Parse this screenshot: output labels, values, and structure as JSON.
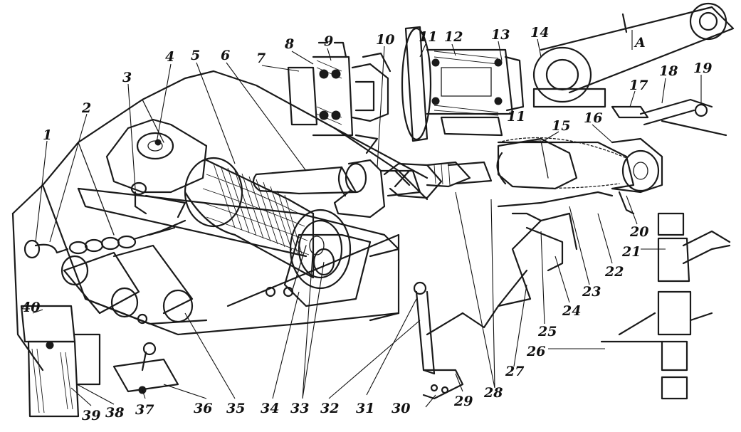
{
  "labels": [
    {
      "id": "1",
      "text": "1"
    },
    {
      "id": "2",
      "text": "2"
    },
    {
      "id": "3",
      "text": "3"
    },
    {
      "id": "4",
      "text": "4"
    },
    {
      "id": "5",
      "text": "5"
    },
    {
      "id": "6",
      "text": "6"
    },
    {
      "id": "7",
      "text": "7"
    },
    {
      "id": "8",
      "text": "8"
    },
    {
      "id": "9",
      "text": "9"
    },
    {
      "id": "10",
      "text": "10"
    },
    {
      "id": "11a",
      "text": "11"
    },
    {
      "id": "12",
      "text": "12"
    },
    {
      "id": "13",
      "text": "13"
    },
    {
      "id": "14",
      "text": "14"
    },
    {
      "id": "11b",
      "text": "11"
    },
    {
      "id": "15",
      "text": "15"
    },
    {
      "id": "16",
      "text": "16"
    },
    {
      "id": "17",
      "text": "17"
    },
    {
      "id": "18",
      "text": "18"
    },
    {
      "id": "19",
      "text": "19"
    },
    {
      "id": "20",
      "text": "20"
    },
    {
      "id": "21",
      "text": "21"
    },
    {
      "id": "22",
      "text": "22"
    },
    {
      "id": "23",
      "text": "23"
    },
    {
      "id": "24",
      "text": "24"
    },
    {
      "id": "25",
      "text": "25"
    },
    {
      "id": "26",
      "text": "26"
    },
    {
      "id": "27",
      "text": "27"
    },
    {
      "id": "28",
      "text": "28"
    },
    {
      "id": "29",
      "text": "29"
    },
    {
      "id": "30",
      "text": "30"
    },
    {
      "id": "31",
      "text": "31"
    },
    {
      "id": "32",
      "text": "32"
    },
    {
      "id": "33",
      "text": "33"
    },
    {
      "id": "34",
      "text": "34"
    },
    {
      "id": "35",
      "text": "35"
    },
    {
      "id": "36",
      "text": "36"
    },
    {
      "id": "37",
      "text": "37"
    },
    {
      "id": "38",
      "text": "38"
    },
    {
      "id": "39",
      "text": "39"
    },
    {
      "id": "40",
      "text": "40"
    }
  ],
  "view_marker": {
    "text": "A"
  }
}
